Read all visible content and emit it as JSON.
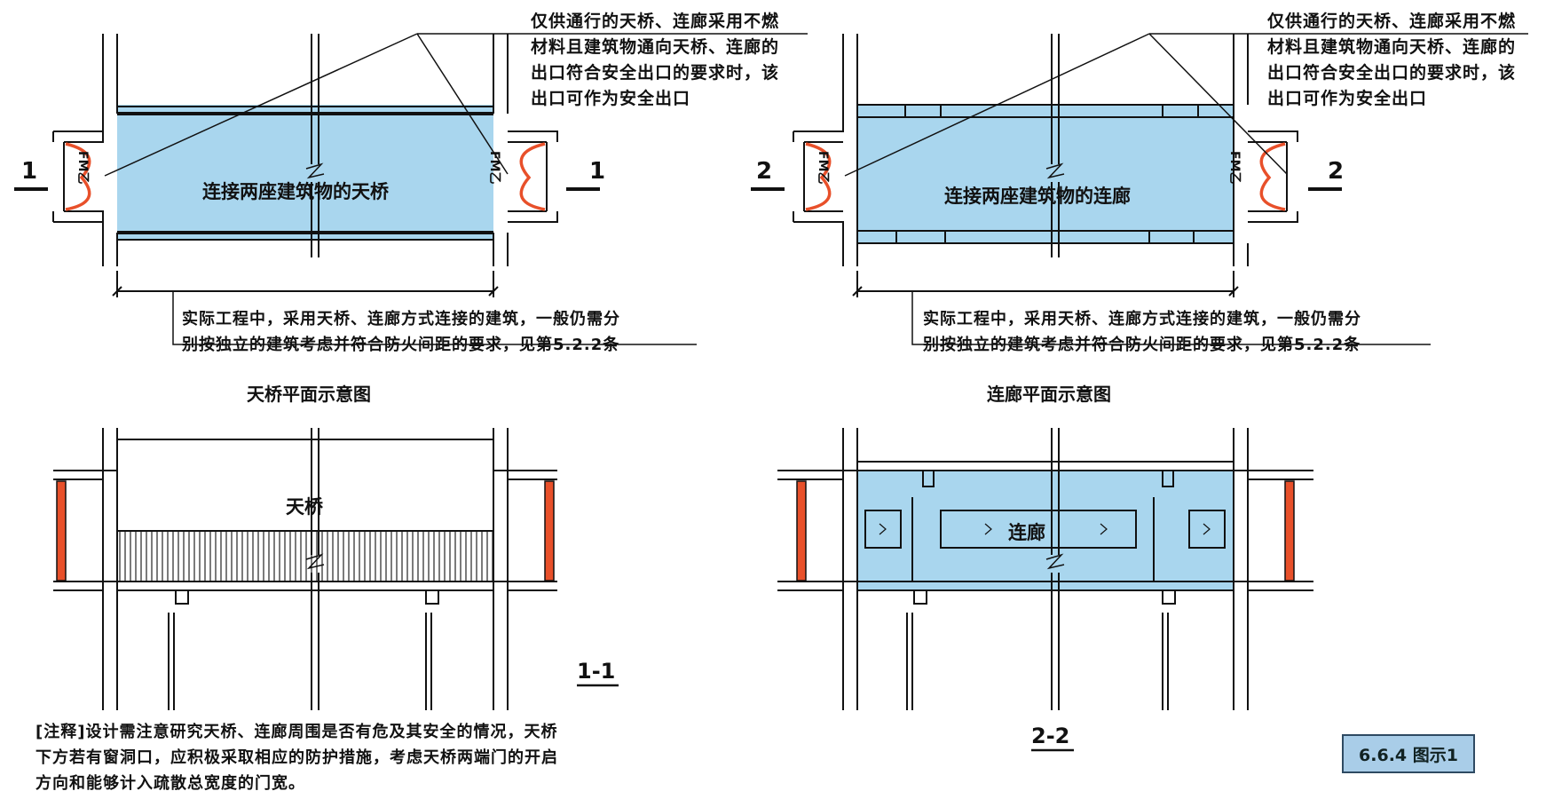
{
  "plan_left": {
    "callout": [
      "仅供通行的天桥、连廊采用不燃",
      "材料且建筑物通向天桥、连廊的",
      "出口符合安全出口的要求时，该",
      "出口可作为安全出口"
    ],
    "center_label": "连接两座建筑物的天桥",
    "door_label": "FM乙",
    "section_marks": [
      "1",
      "1"
    ],
    "dim_note": [
      "实际工程中，采用天桥、连廊方式连接的建筑，一般仍需分",
      "别按独立的建筑考虑并符合防火间距的要求，见第5.2.2条"
    ],
    "caption": "天桥平面示意图"
  },
  "plan_right": {
    "callout": [
      "仅供通行的天桥、连廊采用不燃",
      "材料且建筑物通向天桥、连廊的",
      "出口符合安全出口的要求时，该",
      "出口可作为安全出口"
    ],
    "center_label": "连接两座建筑物的连廊",
    "door_label": "FM乙",
    "section_marks": [
      "2",
      "2"
    ],
    "dim_note": [
      "实际工程中，采用天桥、连廊方式连接的建筑，一般仍需分",
      "别按独立的建筑考虑并符合防火间距的要求，见第5.2.2条"
    ],
    "caption": "连廊平面示意图"
  },
  "section_left": {
    "label": "天桥",
    "mark": "1-1"
  },
  "section_right": {
    "label": "连廊",
    "mark": "2-2"
  },
  "notes": [
    "[注释]设计需注意研究天桥、连廊周围是否有危及其安全的情况，天桥",
    "下方若有窗洞口，应积极采取相应的防护措施，考虑天桥两端门的开启",
    "方向和能够计入疏散总宽度的门宽。"
  ],
  "figure_id": "6.6.4 图示1",
  "colors": {
    "fill": "#a9d6ee",
    "door": "#e8502a",
    "line": "#111111",
    "badge": "#a9cde8"
  }
}
